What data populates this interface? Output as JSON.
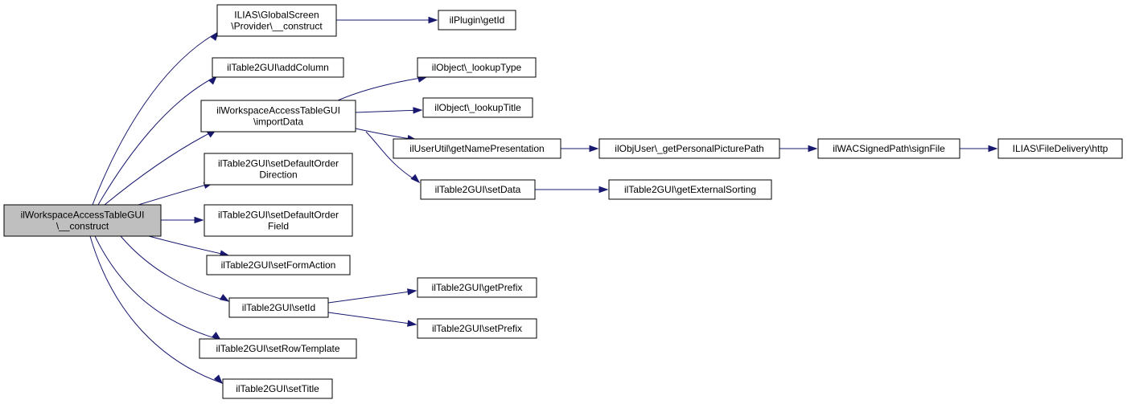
{
  "colors": {
    "edge": "#191970",
    "node_fill": "#ffffff",
    "root_fill": "#bfbfbf",
    "border": "#000000"
  },
  "nodes": [
    {
      "id": "root",
      "lines": [
        "ilWorkspaceAccessTableGUI",
        "\\__construct"
      ],
      "highlighted": true
    },
    {
      "id": "gs_construct",
      "lines": [
        "ILIAS\\GlobalScreen",
        "\\Provider\\__construct"
      ]
    },
    {
      "id": "plugin_getid",
      "lines": [
        "ilPlugin\\getId"
      ]
    },
    {
      "id": "addcolumn",
      "lines": [
        "ilTable2GUI\\addColumn"
      ]
    },
    {
      "id": "importdata",
      "lines": [
        "ilWorkspaceAccessTableGUI",
        "\\importData"
      ]
    },
    {
      "id": "lookuptype",
      "lines": [
        "ilObject\\_lookupType"
      ]
    },
    {
      "id": "lookuptitle",
      "lines": [
        "ilObject\\_lookupTitle"
      ]
    },
    {
      "id": "getnamepres",
      "lines": [
        "ilUserUtil\\getNamePresentation"
      ]
    },
    {
      "id": "getpicpath",
      "lines": [
        "ilObjUser\\_getPersonalPicturePath"
      ]
    },
    {
      "id": "signfile",
      "lines": [
        "ilWACSignedPath\\signFile"
      ]
    },
    {
      "id": "http",
      "lines": [
        "ILIAS\\FileDelivery\\http"
      ]
    },
    {
      "id": "setdata",
      "lines": [
        "ilTable2GUI\\setData"
      ]
    },
    {
      "id": "getextsort",
      "lines": [
        "ilTable2GUI\\getExternalSorting"
      ]
    },
    {
      "id": "setdefdir",
      "lines": [
        "ilTable2GUI\\setDefaultOrder",
        "Direction"
      ]
    },
    {
      "id": "setdeffield",
      "lines": [
        "ilTable2GUI\\setDefaultOrder",
        "Field"
      ]
    },
    {
      "id": "setformaction",
      "lines": [
        "ilTable2GUI\\setFormAction"
      ]
    },
    {
      "id": "setid",
      "lines": [
        "ilTable2GUI\\setId"
      ]
    },
    {
      "id": "getprefix",
      "lines": [
        "ilTable2GUI\\getPrefix"
      ]
    },
    {
      "id": "setprefix",
      "lines": [
        "ilTable2GUI\\setPrefix"
      ]
    },
    {
      "id": "setrowtpl",
      "lines": [
        "ilTable2GUI\\setRowTemplate"
      ]
    },
    {
      "id": "settitle",
      "lines": [
        "ilTable2GUI\\setTitle"
      ]
    }
  ],
  "edges": [
    {
      "from": "root",
      "to": "gs_construct"
    },
    {
      "from": "root",
      "to": "addcolumn"
    },
    {
      "from": "root",
      "to": "importdata"
    },
    {
      "from": "root",
      "to": "setdefdir"
    },
    {
      "from": "root",
      "to": "setdeffield"
    },
    {
      "from": "root",
      "to": "setformaction"
    },
    {
      "from": "root",
      "to": "setid"
    },
    {
      "from": "root",
      "to": "setrowtpl"
    },
    {
      "from": "root",
      "to": "settitle"
    },
    {
      "from": "gs_construct",
      "to": "plugin_getid"
    },
    {
      "from": "importdata",
      "to": "lookuptype"
    },
    {
      "from": "importdata",
      "to": "lookuptitle"
    },
    {
      "from": "importdata",
      "to": "getnamepres"
    },
    {
      "from": "importdata",
      "to": "setdata"
    },
    {
      "from": "getnamepres",
      "to": "getpicpath"
    },
    {
      "from": "getpicpath",
      "to": "signfile"
    },
    {
      "from": "signfile",
      "to": "http"
    },
    {
      "from": "setdata",
      "to": "getextsort"
    },
    {
      "from": "setid",
      "to": "getprefix"
    },
    {
      "from": "setid",
      "to": "setprefix"
    }
  ]
}
